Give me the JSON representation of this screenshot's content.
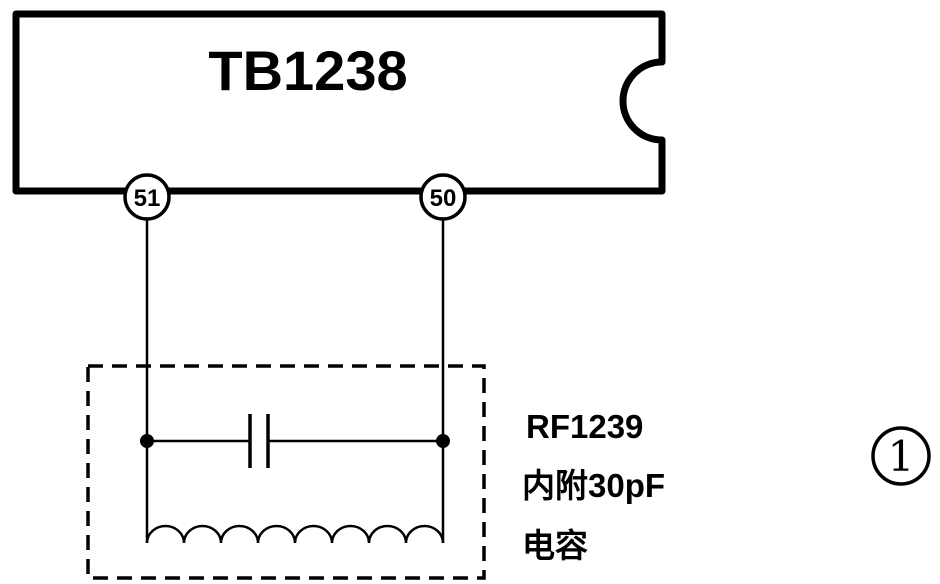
{
  "diagram": {
    "title_context": "IC crystal/ceramic resonator connection schematic",
    "ic": {
      "label": "TB1238",
      "pins": [
        {
          "number": "51"
        },
        {
          "number": "50"
        }
      ]
    },
    "component": {
      "name_line1": "RF1239",
      "name_line2": "内附30pF",
      "name_line3": "电容",
      "parts": [
        "capacitor",
        "inductor-coil"
      ],
      "boundary": "dashed-box"
    },
    "figure_number": "1",
    "colors": {
      "ink": "#000000",
      "background": "#ffffff"
    }
  }
}
